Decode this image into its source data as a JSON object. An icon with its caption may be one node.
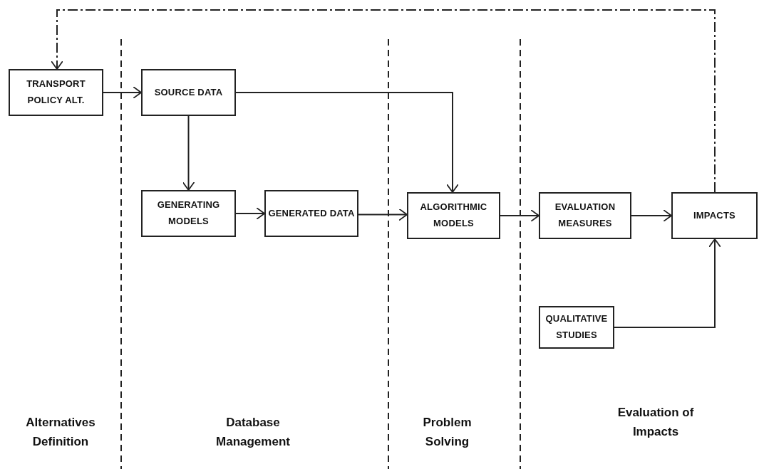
{
  "diagram": {
    "nodes": [
      {
        "text": [
          "TRANSPORT POLICY ALT."
        ]
      },
      {
        "text": [
          "SOURCE DATA"
        ]
      },
      {
        "text": [
          "GENERATING MODELS"
        ]
      },
      {
        "text": [
          "GENERATED DATA"
        ]
      },
      {
        "text": [
          "ALGORITHMIC MODELS"
        ]
      },
      {
        "text": [
          "EVALUATION MEASURES"
        ]
      },
      {
        "text": [
          "IMPACTS"
        ]
      },
      {
        "text": [
          "QUALITATIVE STUDIES"
        ]
      }
    ],
    "edges": [
      {
        "from": 0,
        "to": 1,
        "arrow": "to"
      },
      {
        "from": 1,
        "to": 2,
        "arrow": "to"
      },
      {
        "from": 1,
        "to": 4,
        "arrow": "to"
      },
      {
        "from": 2,
        "to": 3,
        "arrow": "to"
      },
      {
        "from": 3,
        "to": 4,
        "arrow": "to"
      },
      {
        "from": 4,
        "to": 5,
        "arrow": "to"
      },
      {
        "from": 5,
        "to": 6,
        "arrow": "to"
      },
      {
        "from": 7,
        "to": 6,
        "arrow": "to"
      },
      {
        "from": 6,
        "to": 0,
        "arrow": "to",
        "style": "dashed"
      }
    ],
    "labels": [
      "Alternatives Definition",
      "Database Management",
      "Problem Solving",
      "Evaluation of Impacts"
    ]
  }
}
